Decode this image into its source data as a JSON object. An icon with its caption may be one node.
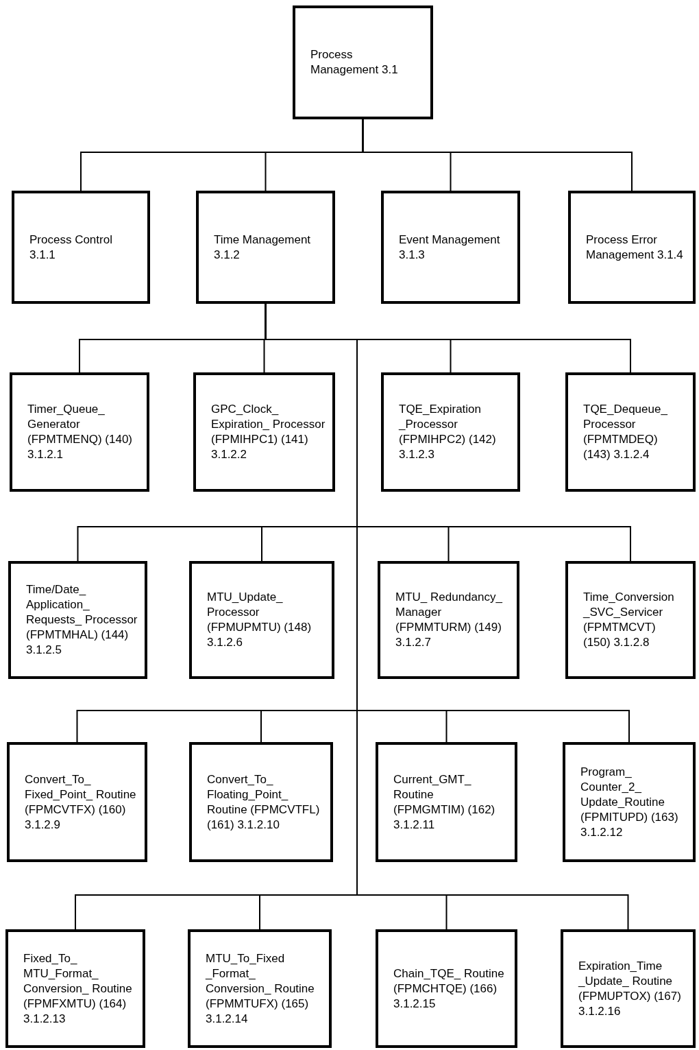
{
  "diagram": {
    "nodes": [
      {
        "text": [
          "Process Management 3.1"
        ]
      },
      {
        "text": [
          "Process Control 3.1.1"
        ]
      },
      {
        "text": [
          "Time Management 3.1.2"
        ]
      },
      {
        "text": [
          "Event Management 3.1.3"
        ]
      },
      {
        "text": [
          "Process Error Management 3.1.4"
        ]
      },
      {
        "text": [
          "Timer_Queue_ Generator (FPMTMENQ) (140) 3.1.2.1"
        ]
      },
      {
        "text": [
          "GPC_Clock_ Expiration_ Processor (FPMIHPC1) (141) 3.1.2.2"
        ]
      },
      {
        "text": [
          "TQE_Expiration _Processor (FPMIHPC2) (142) 3.1.2.3"
        ]
      },
      {
        "text": [
          "TQE_Dequeue_ Processor (FPMTMDEQ) (143) 3.1.2.4"
        ]
      },
      {
        "text": [
          "Time/Date_ Application_ Requests_ Processor (FPMTMHAL) (144) 3.1.2.5"
        ]
      },
      {
        "text": [
          "MTU_Update_ Processor (FPMUPMTU) (148) 3.1.2.6"
        ]
      },
      {
        "text": [
          "MTU_ Redundancy_ Manager (FPMMTURM) (149) 3.1.2.7"
        ]
      },
      {
        "text": [
          "Time_Conversion _SVC_Servicer (FPMTMCVT) (150) 3.1.2.8"
        ]
      },
      {
        "text": [
          "Convert_To_ Fixed_Point_ Routine (FPMCVTFX) (160) 3.1.2.9"
        ]
      },
      {
        "text": [
          "Convert_To_ Floating_Point_ Routine (FPMCVTFL) (161) 3.1.2.10"
        ]
      },
      {
        "text": [
          "Current_GMT_ Routine (FPMGMTIM) (162) 3.1.2.11"
        ]
      },
      {
        "text": [
          "Program_ Counter_2_ Update_Routine (FPMITUPD) (163) 3.1.2.12"
        ]
      },
      {
        "text": [
          "Fixed_To_ MTU_Format_ Conversion_ Routine (FPMFXMTU) (164) 3.1.2.13"
        ]
      },
      {
        "text": [
          "MTU_To_Fixed _Format_ Conversion_ Routine (FPMMTUFX) (165) 3.1.2.14"
        ]
      },
      {
        "text": [
          "Chain_TQE_ Routine (FPMCHTQE) (166) 3.1.2.15"
        ]
      },
      {
        "text": [
          "Expiration_Time _Update_ Routine (FPMUPTOX) (167) 3.1.2.16"
        ]
      }
    ],
    "edges": [
      {
        "from": 0,
        "to": 1,
        "arrow": "none"
      },
      {
        "from": 0,
        "to": 2,
        "arrow": "none"
      },
      {
        "from": 0,
        "to": 3,
        "arrow": "none"
      },
      {
        "from": 0,
        "to": 4,
        "arrow": "none"
      },
      {
        "from": 2,
        "to": 5,
        "arrow": "none"
      },
      {
        "from": 2,
        "to": 6,
        "arrow": "none"
      },
      {
        "from": 2,
        "to": 7,
        "arrow": "none"
      },
      {
        "from": 2,
        "to": 8,
        "arrow": "none"
      },
      {
        "from": 2,
        "to": 9,
        "arrow": "none"
      },
      {
        "from": 2,
        "to": 10,
        "arrow": "none"
      },
      {
        "from": 2,
        "to": 11,
        "arrow": "none"
      },
      {
        "from": 2,
        "to": 12,
        "arrow": "none"
      },
      {
        "from": 2,
        "to": 13,
        "arrow": "none"
      },
      {
        "from": 2,
        "to": 14,
        "arrow": "none"
      },
      {
        "from": 2,
        "to": 15,
        "arrow": "none"
      },
      {
        "from": 2,
        "to": 16,
        "arrow": "none"
      },
      {
        "from": 2,
        "to": 17,
        "arrow": "none"
      },
      {
        "from": 2,
        "to": 18,
        "arrow": "none"
      },
      {
        "from": 2,
        "to": 19,
        "arrow": "none"
      },
      {
        "from": 2,
        "to": 20,
        "arrow": "none"
      }
    ]
  }
}
